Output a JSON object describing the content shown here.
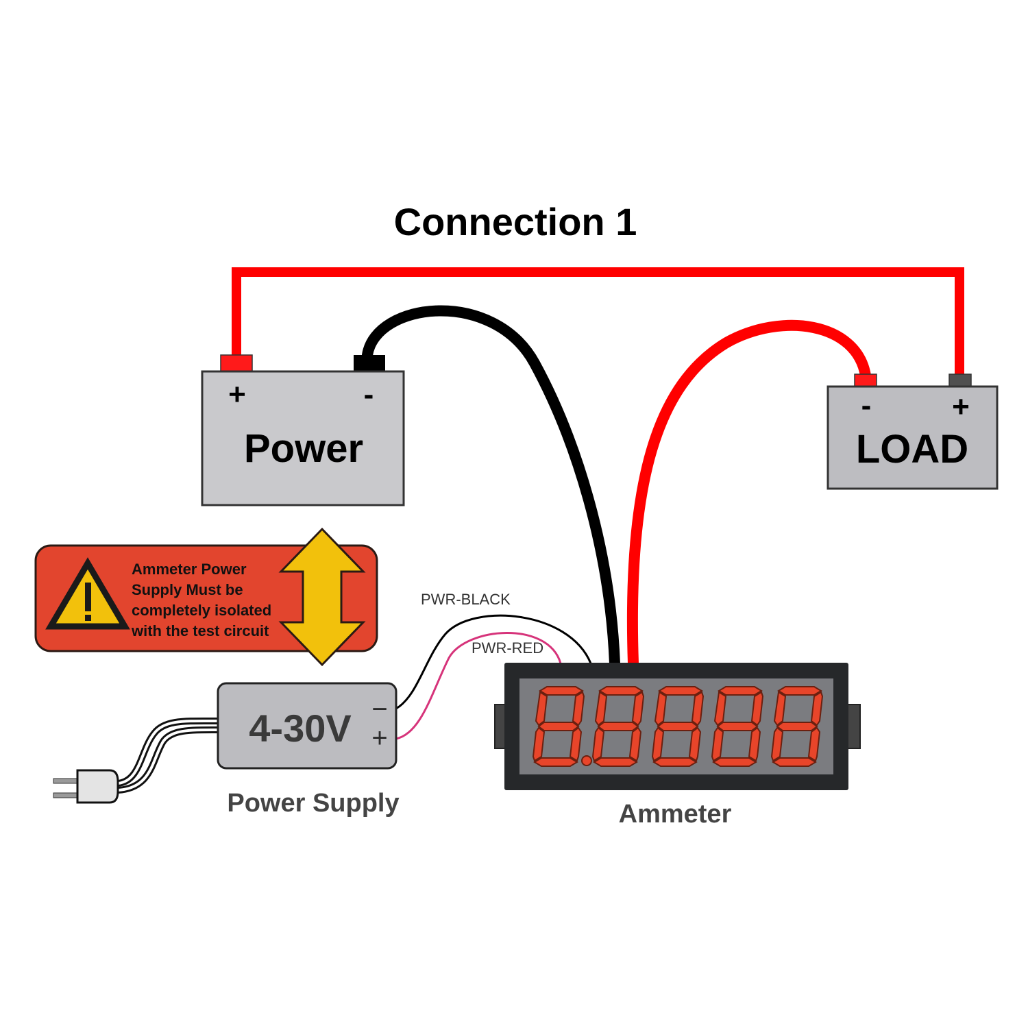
{
  "title": "Connection 1",
  "power_source": {
    "label": "Power",
    "positive_sign": "+",
    "negative_sign": "-"
  },
  "load": {
    "label": "LOAD",
    "negative_sign": "-",
    "positive_sign": "+"
  },
  "warning": {
    "lines": [
      "Ammeter Power",
      "Supply Must be",
      "completely isolated",
      "with the test circuit"
    ],
    "icon": "warning-triangle-icon",
    "arrow_icon": "double-arrow-vertical-icon"
  },
  "wires": {
    "pwr_black_label": "PWR-BLACK",
    "pwr_red_label": "PWR-RED"
  },
  "power_supply": {
    "voltage": "4-30V",
    "minus_sign": "−",
    "plus_sign": "+",
    "caption": "Power Supply"
  },
  "ammeter": {
    "caption": "Ammeter",
    "digit_count": 5,
    "display_reading": "8.8888"
  },
  "colors": {
    "red_wire": "#ff0000",
    "black_wire": "#000000",
    "pwr_red_wire": "#d6337a",
    "box_fill": "#c9c9cc",
    "warning_fill": "#e2452e",
    "warning_yellow": "#f2c10c",
    "segment_red": "#e8452a"
  }
}
